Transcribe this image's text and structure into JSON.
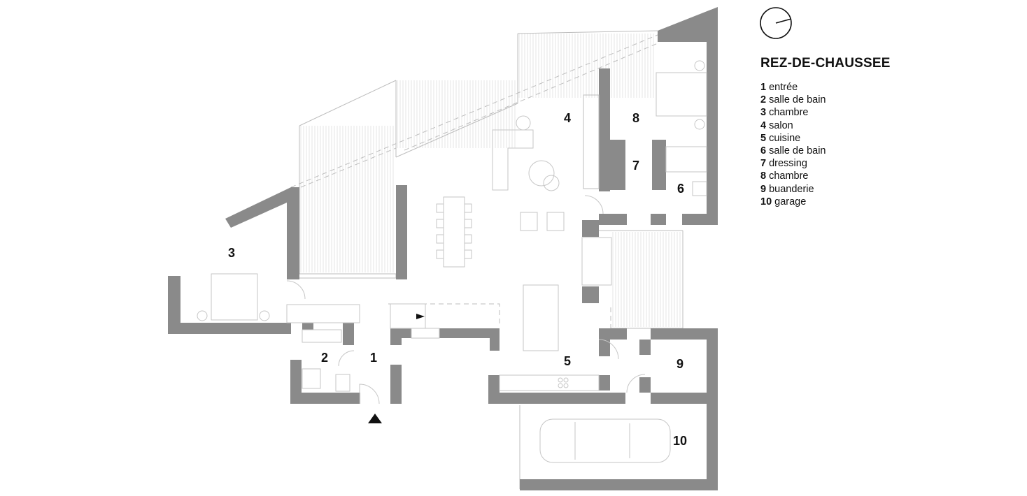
{
  "title": "REZ-DE-CHAUSSEE",
  "legend": [
    {
      "num": "1",
      "label": "entrée"
    },
    {
      "num": "2",
      "label": "salle de bain"
    },
    {
      "num": "3",
      "label": "chambre"
    },
    {
      "num": "4",
      "label": "salon"
    },
    {
      "num": "5",
      "label": "cuisine"
    },
    {
      "num": "6",
      "label": "salle de bain"
    },
    {
      "num": "7",
      "label": "dressing"
    },
    {
      "num": "8",
      "label": "chambre"
    },
    {
      "num": "9",
      "label": "buanderie"
    },
    {
      "num": "10",
      "label": "garage"
    }
  ],
  "rooms": [
    "1",
    "2",
    "3",
    "4",
    "5",
    "6",
    "7",
    "8",
    "9",
    "10"
  ],
  "colors": {
    "wall": "#8a8a8a",
    "line": "#c8c8c8",
    "text": "#111111"
  },
  "icons": [
    "compass-icon",
    "entrance-arrow-icon"
  ]
}
